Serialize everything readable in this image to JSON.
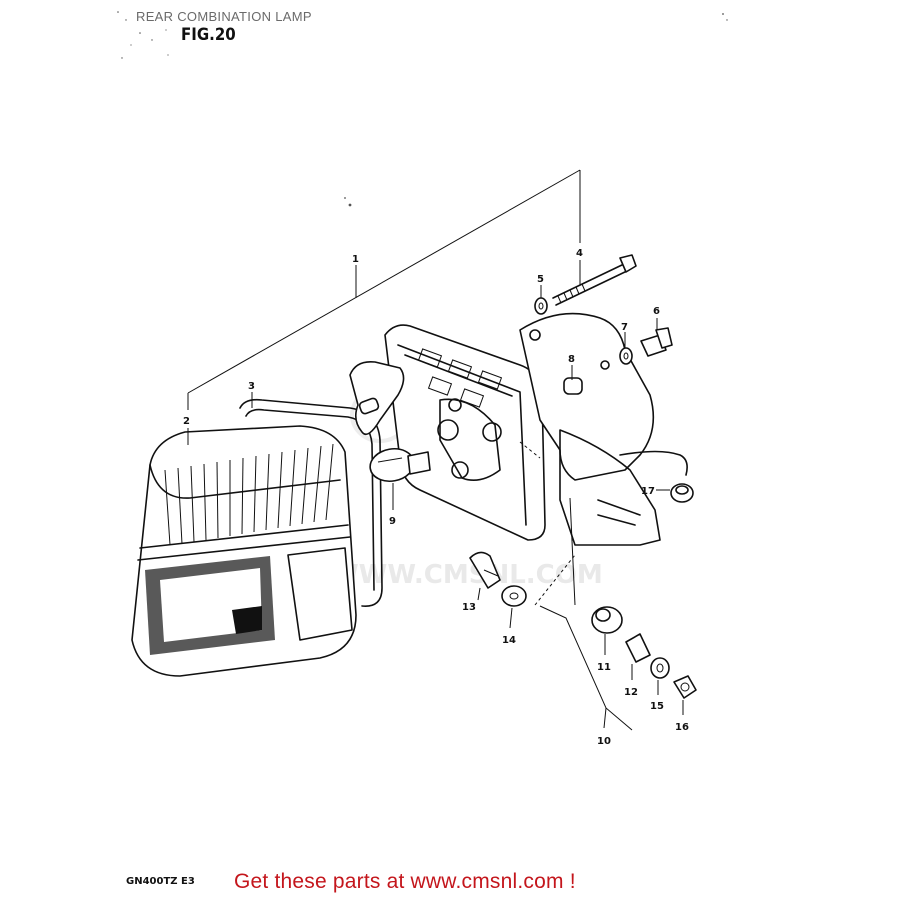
{
  "header": {
    "section_title": "REAR COMBINATION LAMP",
    "figure_label": "FIG.20"
  },
  "footer": {
    "model_code": "GN400TZ E3",
    "promo_text": "Get these parts at www.cmsnl.com !"
  },
  "watermark": {
    "text": "WWW.CMSNL.COM"
  },
  "callouts": [
    "1",
    "2",
    "3",
    "4",
    "5",
    "6",
    "7",
    "8",
    "9",
    "10",
    "11",
    "12",
    "13",
    "14",
    "15",
    "16",
    "17"
  ],
  "colors": {
    "line": "#111111",
    "promo": "#c4161c",
    "header_gray": "#6a6a6a",
    "watermark": "#e9e9e9"
  }
}
